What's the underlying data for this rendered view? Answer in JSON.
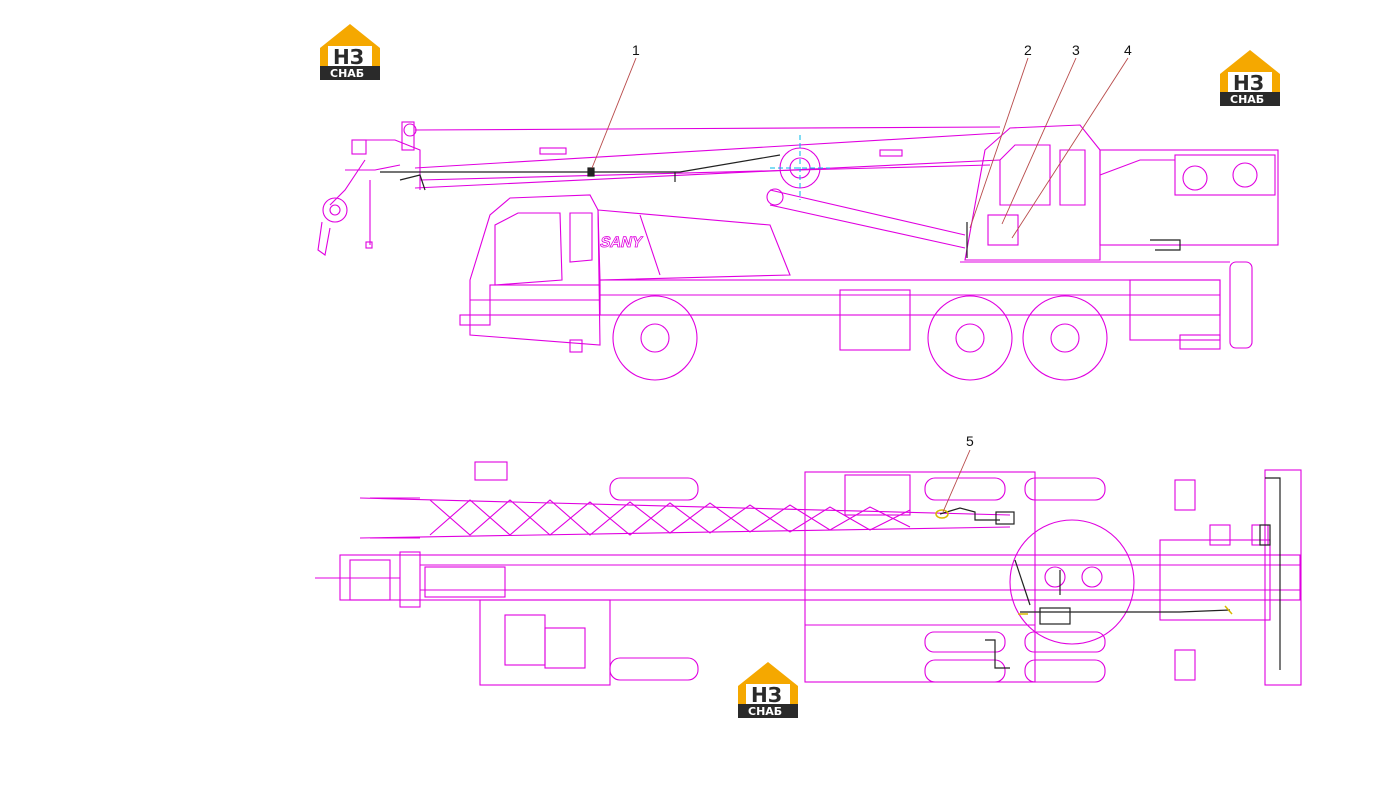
{
  "colors": {
    "outline": "#e000e0",
    "outline_light": "#ee66ee",
    "wiring": "#222222",
    "leader": "#b84a4a",
    "centerline": "#00b8e8",
    "connector": "#d8b800",
    "logo_orange": "#f5a800",
    "logo_dark": "#2a2a2a"
  },
  "callouts": [
    "1",
    "2",
    "3",
    "4",
    "5"
  ],
  "brand_on_cab": "SANY",
  "logo": {
    "mark": "НЗ",
    "word": "СНАБ",
    "icon": "house-logo-icon"
  }
}
